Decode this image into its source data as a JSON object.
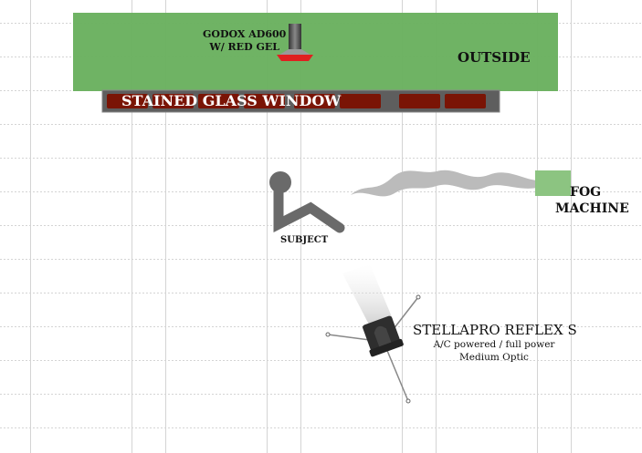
{
  "outside": {
    "label": "OUTSIDE",
    "color": "#6ab15f"
  },
  "window": {
    "label": "STAINED GLASS WINDOW",
    "pane_color": "#7a1405",
    "frame_color": "#5e5e5e"
  },
  "godox": {
    "line1": "GODOX AD600",
    "line2": "W/ RED GEL"
  },
  "subject": {
    "label": "SUBJECT"
  },
  "fog": {
    "line1": "FOG",
    "line2": "MACHINE",
    "color": "#8cc481"
  },
  "stellapro": {
    "title": "STELLAPRO REFLEX S",
    "line1": "A/C powered / full power",
    "line2": "Medium Optic"
  }
}
